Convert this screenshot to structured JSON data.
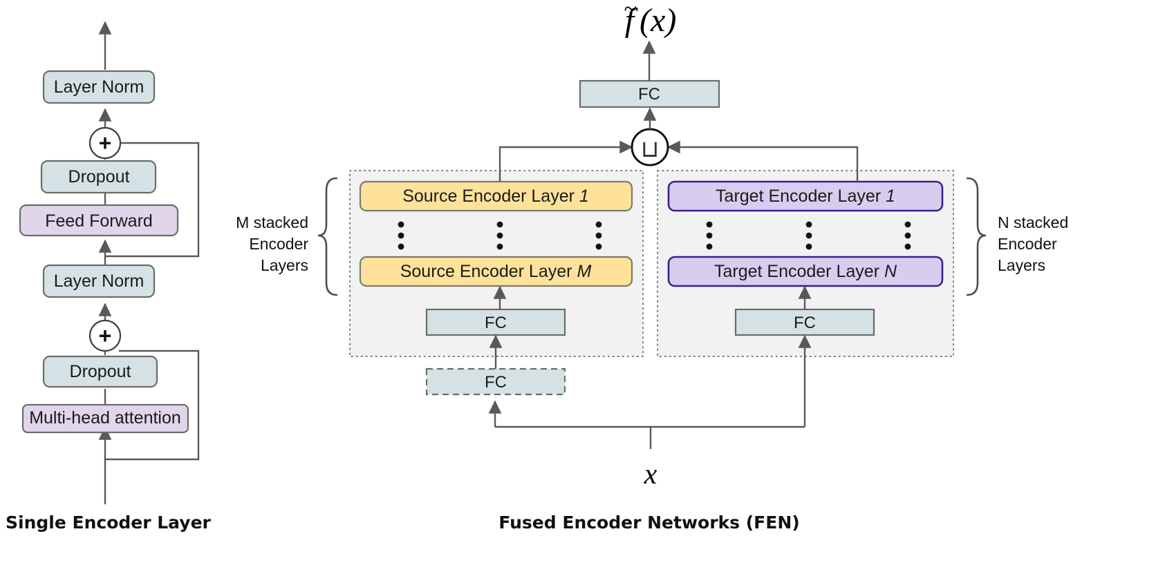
{
  "figure": {
    "background": "#ffffff",
    "panels": [
      {
        "id": "single-encoder-layer",
        "caption": "Single Encoder Layer",
        "blocks": [
          {
            "id": "ln-top",
            "label": "Layer Norm",
            "style": "teal-round"
          },
          {
            "id": "add-top",
            "label": "+",
            "style": "circle-add"
          },
          {
            "id": "dropout-2",
            "label": "Dropout",
            "style": "teal-round"
          },
          {
            "id": "ff",
            "label": "Feed Forward",
            "style": "purple-round"
          },
          {
            "id": "ln-mid",
            "label": "Layer Norm",
            "style": "teal-round"
          },
          {
            "id": "add-bot",
            "label": "+",
            "style": "circle-add"
          },
          {
            "id": "dropout-1",
            "label": "Dropout",
            "style": "teal-round"
          },
          {
            "id": "mha",
            "label": "Multi-head attention",
            "style": "purple-round"
          }
        ]
      },
      {
        "id": "fused-encoder-networks",
        "caption": "Fused Encoder Networks (FEN)",
        "output_label": "f̃ (x)",
        "input_label": "x",
        "concat_symbol": "⊔",
        "blocks": [
          {
            "id": "fc-out",
            "label": "FC",
            "style": "teal-rect"
          },
          {
            "id": "fc-source",
            "label": "FC",
            "style": "teal-rect"
          },
          {
            "id": "fc-target",
            "label": "FC",
            "style": "teal-rect"
          },
          {
            "id": "fc-shared",
            "label": "FC",
            "style": "teal-rect-dashed"
          }
        ],
        "source_stack": {
          "first_layer": "Source Encoder Layer",
          "first_index": "1",
          "last_layer": "Source Encoder Layer",
          "last_index": "M",
          "brace_label_lines": [
            "M stacked",
            "Encoder",
            "Layers"
          ],
          "ellipsis": "⋮"
        },
        "target_stack": {
          "first_layer": "Target Encoder Layer",
          "first_index": "1",
          "last_layer": "Target Encoder Layer",
          "last_index": "N",
          "brace_label_lines": [
            "N stacked",
            "Encoder",
            "Layers"
          ],
          "ellipsis": "⋮"
        }
      }
    ]
  },
  "colors": {
    "teal_fill": "#d5e2e5",
    "teal_stroke": "#6b6b6b",
    "purple_fill": "#e1d5ec",
    "purple_stroke": "#6b6b6b",
    "yellow_fill": "#ffe29a",
    "yellow_stroke": "#7a7a6a",
    "target_fill": "#d8cdee",
    "target_stroke": "#3d1f8c",
    "group_fill": "#f2f2f2",
    "group_stroke": "#808080",
    "line": "#595959",
    "text": "#1a1a1a"
  },
  "labels": {
    "ln": "Layer Norm",
    "dropout": "Dropout",
    "feed_forward": "Feed Forward",
    "mha": "Multi-head attention",
    "plus": "+",
    "fc": "FC",
    "src1": "Source Encoder Layer",
    "srcM": "Source Encoder Layer",
    "tgt1": "Target Encoder Layer",
    "tgtN": "Target Encoder Layer",
    "idx1": "1",
    "idxM": "M",
    "idxN": "N",
    "brace_m_1": "M stacked",
    "brace_m_2": "Encoder",
    "brace_m_3": "Layers",
    "brace_n_1": "N stacked",
    "brace_n_2": "Encoder",
    "brace_n_3": "Layers",
    "caption_left": "Single Encoder Layer",
    "caption_right": "Fused Encoder Networks (FEN)",
    "output": "f̃ (x)",
    "input": "x",
    "concat": "⊔"
  }
}
